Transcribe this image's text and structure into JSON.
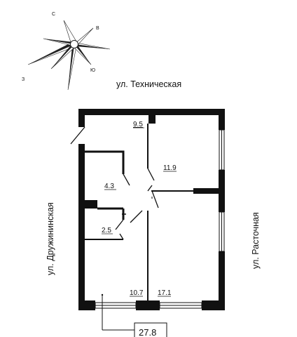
{
  "compass": {
    "north": "С",
    "east": "В",
    "south": "Ю",
    "west": "З"
  },
  "streets": {
    "top": "ул. Техническая",
    "left": "ул. Дружининская",
    "right": "ул. Расточная"
  },
  "rooms": {
    "kitchen": "9.5",
    "bedroom": "11.9",
    "storage": "4.3",
    "bathroom": "2.5",
    "living_left": "10.7",
    "living_right": "17.1"
  },
  "living_area": "27.8",
  "colors": {
    "walls": "#111111",
    "windows": "#ffffff"
  }
}
